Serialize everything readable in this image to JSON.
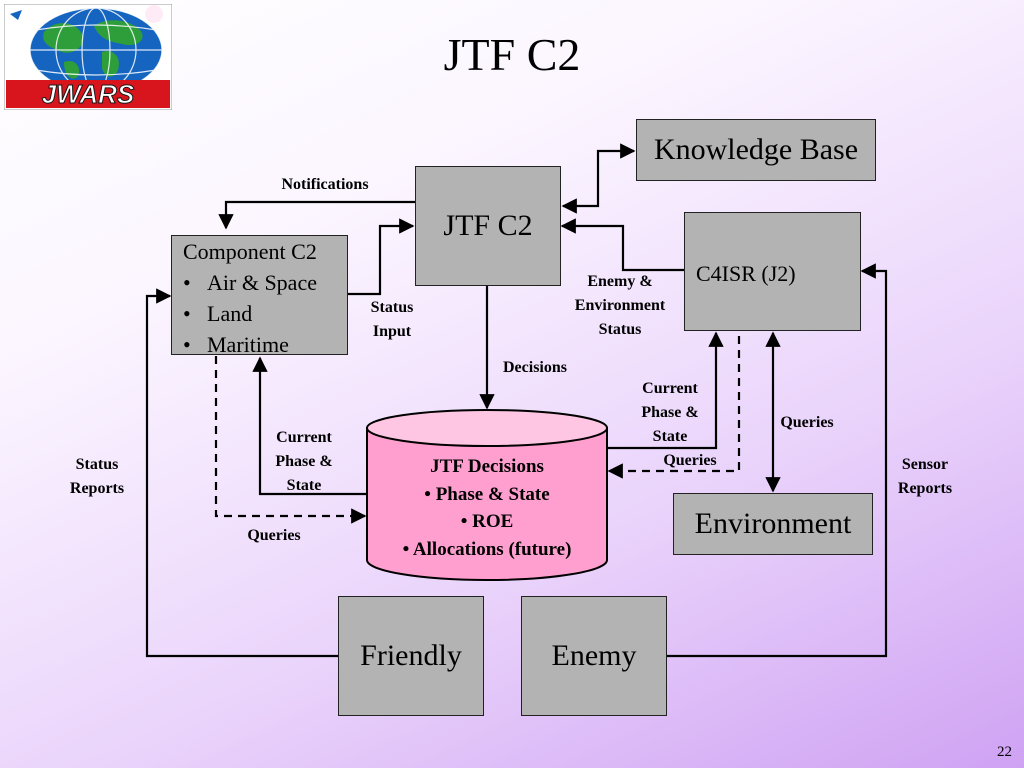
{
  "slide": {
    "title": "JTF C2",
    "number": "22"
  },
  "logo": {
    "text": "JWARS"
  },
  "nodes": {
    "jtf_c2": "JTF C2",
    "knowledge_base": "Knowledge Base",
    "c4isr": "C4ISR (J2)",
    "environment": "Environment",
    "friendly": "Friendly",
    "enemy": "Enemy",
    "component": {
      "title": "Component C2",
      "items": [
        "Air & Space",
        "Land",
        "Maritime"
      ],
      "bullet": "•"
    },
    "database": {
      "title": "JTF Decisions",
      "items": [
        "• Phase & State",
        "• ROE",
        "• Allocations (future)"
      ]
    }
  },
  "labels": {
    "notifications": "Notifications",
    "status_input": [
      "Status",
      "Input"
    ],
    "decisions": "Decisions",
    "enemy_env_status": [
      "Enemy &",
      "Environment",
      "Status"
    ],
    "current_phase_state_left": [
      "Current",
      "Phase &",
      "State"
    ],
    "current_phase_state_right": [
      "Current",
      "Phase &",
      "State"
    ],
    "queries_left": "Queries",
    "queries_middle": "Queries",
    "queries_right": "Queries",
    "status_reports": [
      "Status",
      "Reports"
    ],
    "sensor_reports": [
      "Sensor",
      "Reports"
    ]
  },
  "colors": {
    "box_fill": "#b3b3b3",
    "database_fill": "#ff9fcf",
    "database_top": "#ffc6e3",
    "logo_banner": "#d8141c",
    "globe_blue": "#1565c0",
    "globe_green": "#2e9e3a"
  }
}
